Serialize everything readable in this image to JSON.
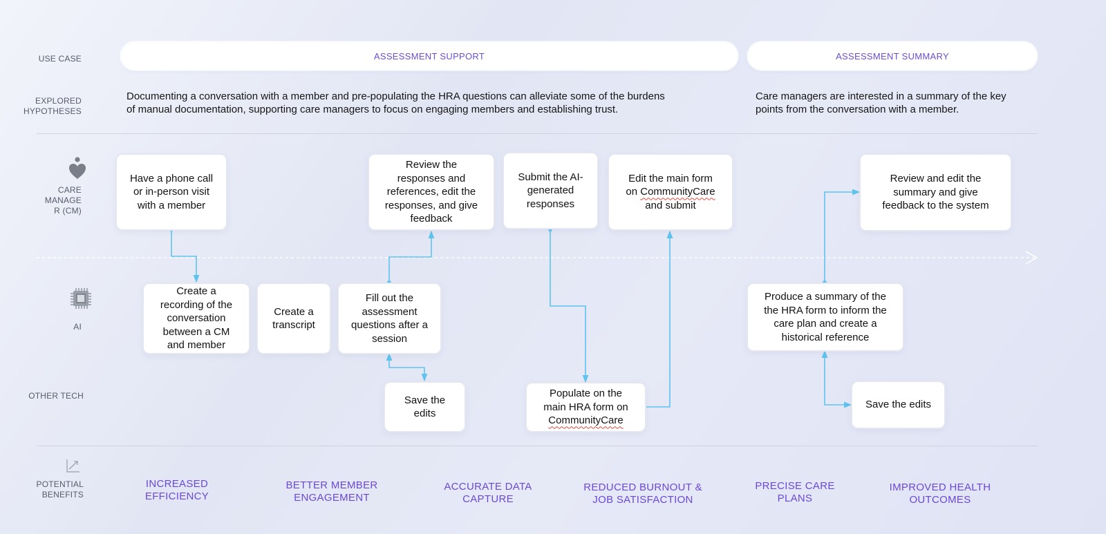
{
  "row_labels": {
    "use_case": "USE CASE",
    "hypotheses_1": "EXPLORED",
    "hypotheses_2": "HYPOTHESES",
    "cm_1": "CARE",
    "cm_2": "MANAGE",
    "cm_3": "R (CM)",
    "ai": "AI",
    "other_tech": "OTHER TECH",
    "benefits_1": "POTENTIAL",
    "benefits_2": "BENEFITS"
  },
  "use_cases": {
    "support": "ASSESSMENT SUPPORT",
    "summary": "ASSESSMENT SUMMARY"
  },
  "hypotheses": {
    "support_line1": "Documenting a conversation with a member and pre-populating the HRA questions can alleviate some of the burdens",
    "support_line2": "of manual documentation, supporting care managers to focus on engaging members and establishing trust.",
    "summary_line1": "Care managers are interested in a summary of the key",
    "summary_line2": "points from the conversation with a member."
  },
  "steps": {
    "call": [
      "Have a phone call",
      "or in-person visit",
      "with a member"
    ],
    "review": [
      "Review the",
      "responses and",
      "references, edit the",
      "responses, and give",
      "feedback"
    ],
    "submit": [
      "Submit the AI-",
      "generated",
      "responses"
    ],
    "edit_main_1": "Edit the main form",
    "edit_main_2a": "on ",
    "edit_main_2b": "CommunityCare",
    "edit_main_3": "and submit",
    "review_summary": [
      "Review and edit the",
      "summary and give",
      "feedback to the system"
    ],
    "recording": [
      "Create a",
      "recording of the",
      "conversation",
      "between a CM",
      "and member"
    ],
    "transcript": [
      "Create a",
      "transcript"
    ],
    "fillout": [
      "Fill out the",
      "assessment",
      "questions after a",
      "session"
    ],
    "produce": [
      "Produce a summary of the",
      "the HRA form to inform the",
      "care plan and create a",
      "historical reference"
    ],
    "save1": [
      "Save the",
      "edits"
    ],
    "populate_1": "Populate on the",
    "populate_2": "main HRA form on",
    "populate_3": "CommunityCare",
    "save2": "Save the edits"
  },
  "benefits": [
    [
      "INCREASED",
      "EFFICIENCY"
    ],
    [
      "BETTER MEMBER",
      "ENGAGEMENT"
    ],
    [
      "ACCURATE DATA",
      "CAPTURE"
    ],
    [
      "REDUCED BURNOUT &",
      "JOB SATISFACTION"
    ],
    [
      "PRECISE CARE",
      "PLANS"
    ],
    [
      "IMPROVED HEALTH",
      "OUTCOMES"
    ]
  ],
  "icons": {
    "cm": "heart-person-icon",
    "ai": "chip-icon",
    "benefits": "trend-chart-icon"
  },
  "colors": {
    "connector": "#5ec3ee",
    "accent_text": "#6c48d6"
  }
}
